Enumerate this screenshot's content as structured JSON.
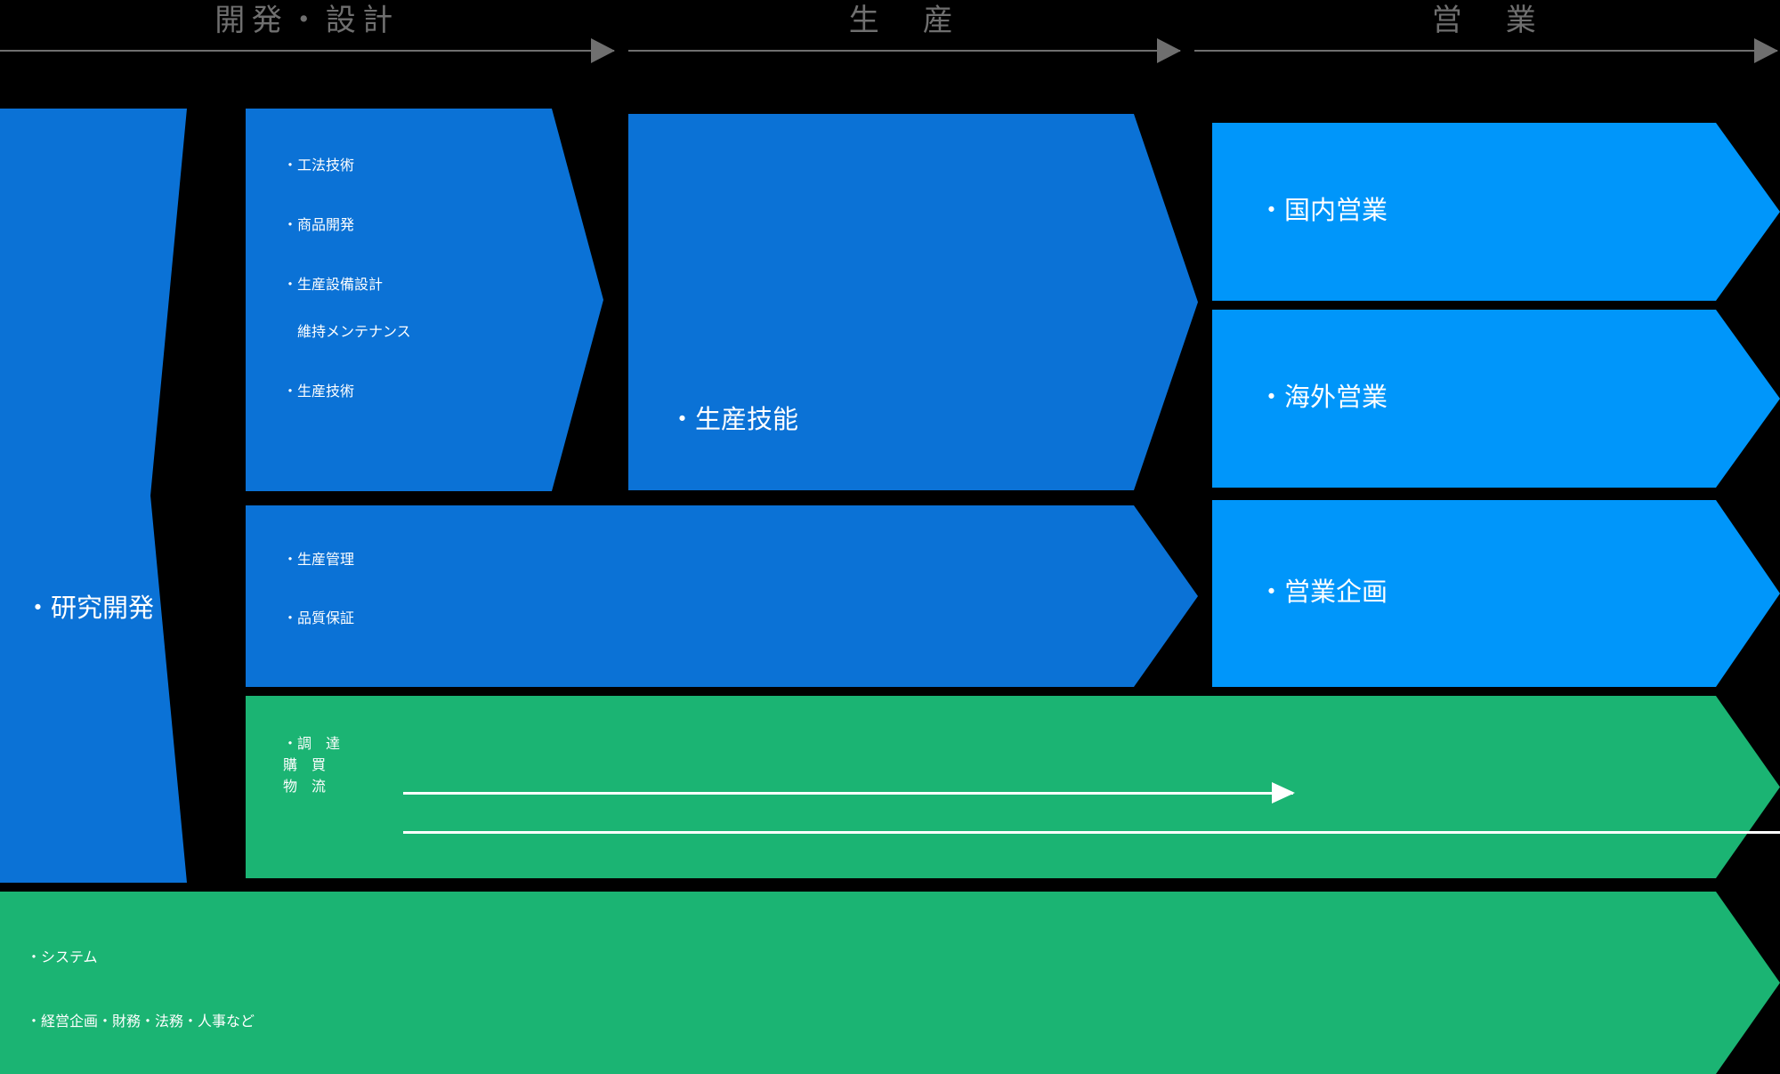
{
  "header": {
    "phases": [
      {
        "label": "開発・設計",
        "arrow_label": "development-design-arrow"
      },
      {
        "label": "生　産",
        "arrow_label": "production-arrow"
      },
      {
        "label": "営　業",
        "arrow_label": "sales-arrow"
      }
    ]
  },
  "colors": {
    "background": "#000000",
    "primary_blue": "#0B72D6",
    "light_blue": "#0096FA",
    "green": "#1BB473",
    "header_gray": "#6F6F6F",
    "text": "#FFFFFF"
  },
  "blocks": {
    "research": {
      "label": "・研究開発"
    },
    "engineering": {
      "lines": [
        "・工法技術",
        "・商品開発",
        "・生産設備設計",
        "　維持メンテナンス",
        "・生産技術"
      ]
    },
    "production_skill": {
      "label": "・生産技能"
    },
    "production_mgmt": {
      "lines": [
        "・生産管理",
        "・品質保証"
      ]
    },
    "domestic_sales": {
      "label": "・国内営業"
    },
    "overseas_sales": {
      "label": "・海外営業"
    },
    "sales_planning": {
      "label": "・営業企画"
    },
    "procurement": {
      "title": "・調　達",
      "rows": [
        {
          "label": "購　買"
        },
        {
          "label": "物　流"
        }
      ]
    },
    "corporate": {
      "lines": [
        "・システム",
        "・経営企画・財務・法務・人事など"
      ]
    }
  }
}
